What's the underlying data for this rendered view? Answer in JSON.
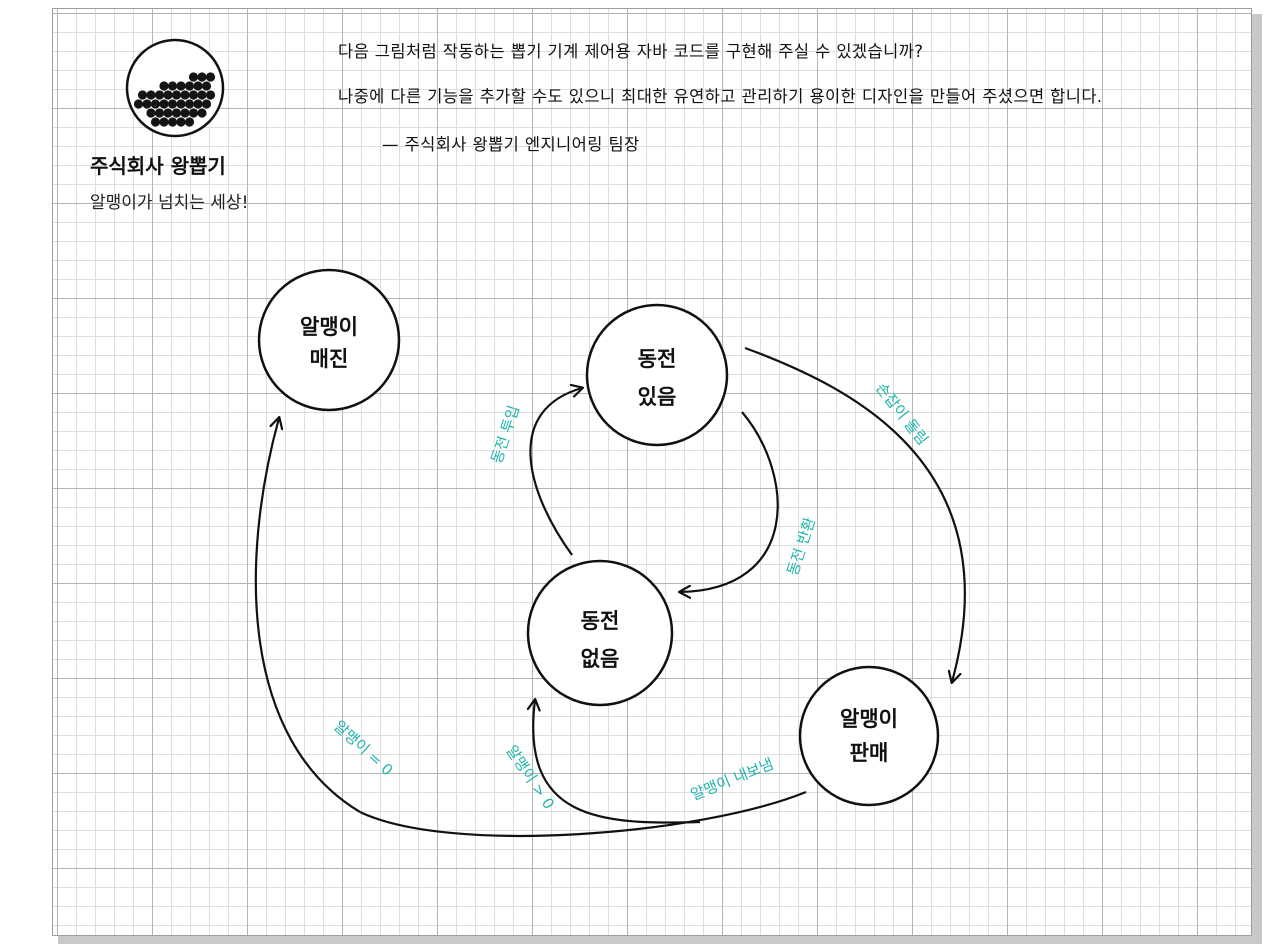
{
  "company": {
    "name": "주식회사 왕뽑기",
    "slogan": "알맹이가 넘치는 세상!"
  },
  "request": {
    "line1": "다음 그림처럼 작동하는 뽑기 기계 제어용 자바 코드를 구현해 주실 수 있겠습니까?",
    "line2": "나중에 다른 기능을 추가할 수도 있으니 최대한 유연하고 관리하기 용이한 디자인을 만들어 주셨으면 합니다.",
    "signature": "— 주식회사 왕뽑기 엔지니어링 팀장"
  },
  "states": {
    "sold_out": {
      "line1": "알맹이",
      "line2": "매진"
    },
    "has_quarter": {
      "line1": "동전",
      "line2": "있음"
    },
    "no_quarter": {
      "line1": "동전",
      "line2": "없음"
    },
    "sold": {
      "line1": "알맹이",
      "line2": "판매"
    }
  },
  "transitions": {
    "insert_quarter": "동전 투입",
    "eject_quarter": "동전 반환",
    "turn_crank": "손잡이 돌림",
    "dispense": "알맹이 내보냄",
    "gumballs_zero": "알맹이 = 0",
    "gumballs_more": "알맹이 > 0"
  },
  "colors": {
    "transition_label": "#1fb5ad",
    "ink": "#111111",
    "gumball": "#141414"
  },
  "icons": {
    "logo": "gumball-bowl-icon"
  }
}
